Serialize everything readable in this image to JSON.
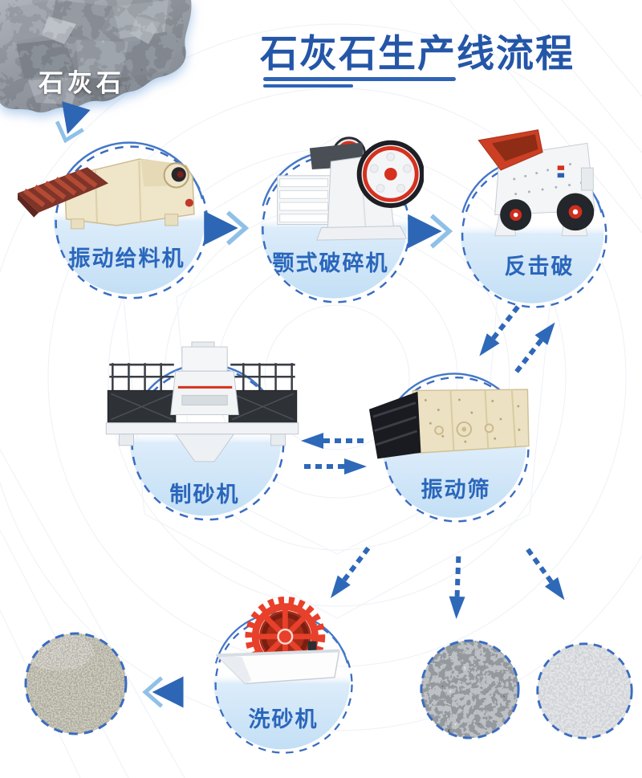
{
  "header": {
    "title": "石灰石生产线流程",
    "material_label": "石灰石"
  },
  "stations": [
    {
      "id": "vibrating-feeder",
      "label": "振动给料机"
    },
    {
      "id": "jaw-crusher",
      "label": "颚式破碎机"
    },
    {
      "id": "impact-crusher",
      "label": "反击破"
    },
    {
      "id": "sand-maker",
      "label": "制砂机"
    },
    {
      "id": "vibrating-screen",
      "label": "振动筛"
    },
    {
      "id": "sand-washer",
      "label": "洗砂机"
    }
  ],
  "products": [
    {
      "id": "washed-sand",
      "icon": "sand-pile-photo"
    },
    {
      "id": "coarse-aggregate",
      "icon": "coarse-gravel-photo"
    },
    {
      "id": "fine-aggregate",
      "icon": "fine-gravel-photo"
    }
  ],
  "flow": [
    "石灰石 → 振动给料机",
    "振动给料机 → 颚式破碎机",
    "颚式破碎机 → 反击破",
    "反击破 ⇄ 振动筛",
    "振动筛 ⇄ 制砂机",
    "振动筛 → 洗砂机",
    "振动筛 → 成品骨料",
    "洗砂机 → 成品砂"
  ],
  "colors": {
    "title_blue": "#2456a8",
    "label_blue": "#2a66bb",
    "arrow_blue": "#2e66b6",
    "arrow_light": "#8fc0e8",
    "ring_blue": "#3a6cc0",
    "circle_fill": "#c6e1f6",
    "machine_beige": "#efe5c8",
    "machine_red": "#cc3f24"
  }
}
